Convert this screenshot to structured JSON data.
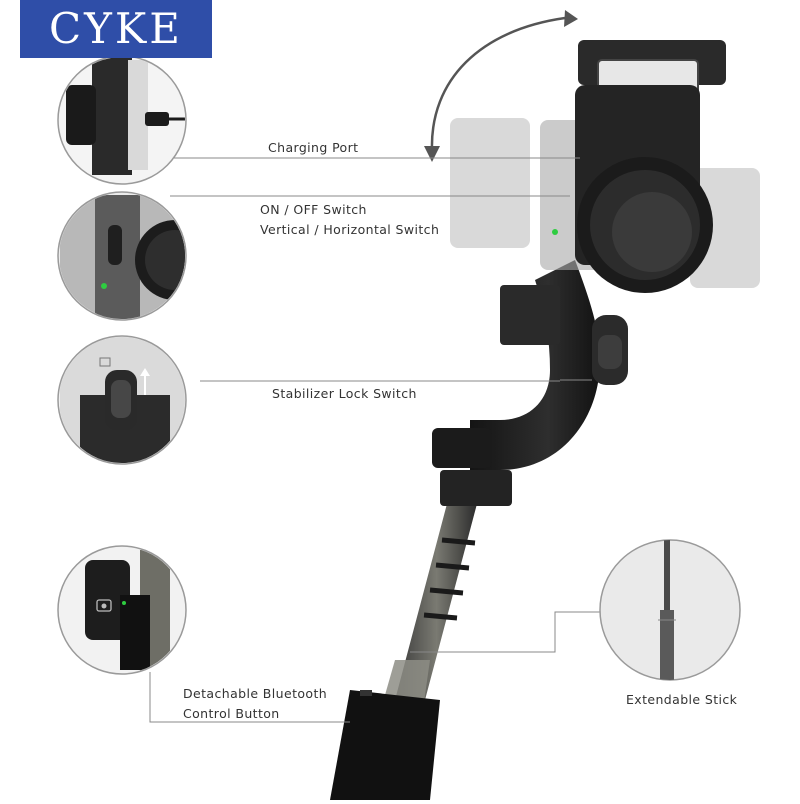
{
  "brand": {
    "name": "CYKE",
    "bg_color": "#2f4ea8",
    "text_color": "#ffffff"
  },
  "callouts": {
    "charging_port": "Charging Port",
    "on_off_switch": "ON / OFF Switch",
    "orientation_switch": "Vertical / Horizontal Switch",
    "stabilizer_lock": "Stabilizer Lock Switch",
    "bluetooth_line1": "Detachable Bluetooth",
    "bluetooth_line2": "Control Button",
    "extendable_stick": "Extendable Stick"
  },
  "colors": {
    "device_body": "#1f1f1f",
    "indicator_led": "#2ecc40",
    "leader_line": "#888888"
  },
  "icons": [
    "rotation-arrow-icon",
    "usb-c-plug-icon",
    "camera-icon",
    "lock-icon"
  ]
}
